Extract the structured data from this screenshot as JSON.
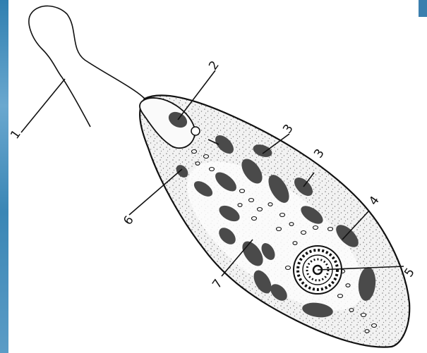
{
  "diagram": {
    "subject": "Euglena cell",
    "labels": [
      {
        "id": "flagellum",
        "text": "1"
      },
      {
        "id": "stigma",
        "text": "2"
      },
      {
        "id": "chromatophore-a",
        "text": "3"
      },
      {
        "id": "chromatophore-b",
        "text": "3"
      },
      {
        "id": "nucleus",
        "text": "4"
      },
      {
        "id": "nucleolus",
        "text": "5"
      },
      {
        "id": "contractile-vacuole",
        "text": "6"
      },
      {
        "id": "paramylon",
        "text": "7"
      }
    ],
    "colors": {
      "outline": "#111111",
      "chromatophore": "#4a4a4a",
      "stipple": "#222222",
      "left_border": "#3a86b5"
    }
  }
}
